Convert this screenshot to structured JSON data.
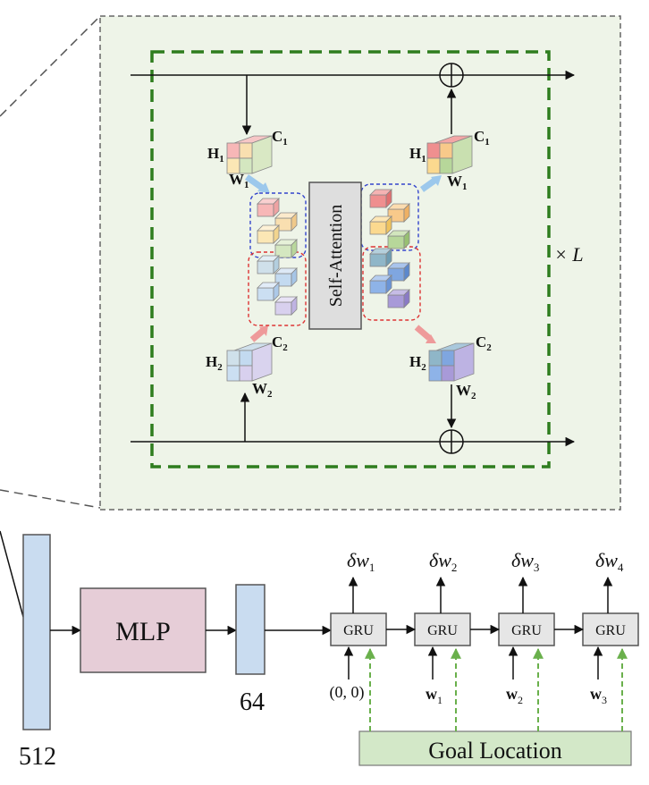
{
  "figure": {
    "self_attention_label": "Self-Attention",
    "repeat_label": "× L",
    "mlp_label": "MLP",
    "feat_512_label": "512",
    "feat_64_label": "64",
    "goal_label": "Goal Location",
    "gru_label": "GRU",
    "top_dims": {
      "h": "H",
      "h_sub": "1",
      "w": "W",
      "w_sub": "1",
      "c": "C",
      "c_sub": "1"
    },
    "bottom_dims": {
      "h": "H",
      "h_sub": "2",
      "w": "W",
      "w_sub": "2",
      "c": "C",
      "c_sub": "2"
    },
    "gru_cells": [
      {
        "output": "δw",
        "output_sub": "1",
        "input": "(0, 0)",
        "input_sub": ""
      },
      {
        "output": "δw",
        "output_sub": "2",
        "input": "w",
        "input_sub": "1"
      },
      {
        "output": "δw",
        "output_sub": "3",
        "input": "w",
        "input_sub": "2"
      },
      {
        "output": "δw",
        "output_sub": "4",
        "input": "w",
        "input_sub": "3"
      }
    ],
    "colors": {
      "panel_bg": "#eef4e8",
      "panel_border": "#666666",
      "loop_border": "#2e7d1e",
      "feature_bar": "#c9dcf0",
      "mlp_box": "#e6cdd7",
      "gru_box": "#e6e6e6",
      "goal_box": "#d3e8c8",
      "goal_arrow": "#6ab04c",
      "blue_group": "#3344cc",
      "red_group": "#dd3333",
      "blue_arrow": "#9cc8ec",
      "red_arrow": "#ee9a9a"
    }
  }
}
